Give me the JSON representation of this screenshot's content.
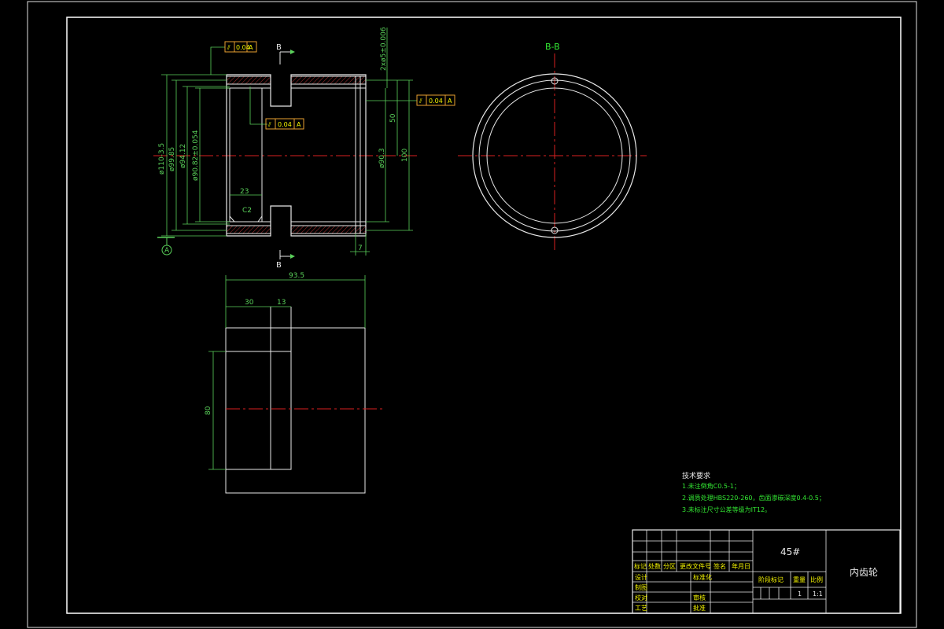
{
  "front_view": {
    "datum_letter": "A",
    "section_letter_top": "B",
    "section_letter_bottom": "B",
    "tolerance_frames": [
      {
        "symbol": "⫽",
        "value": "0.04",
        "datum": "A"
      },
      {
        "symbol": "⫽",
        "value": "0.04",
        "datum": "A"
      },
      {
        "symbol": "⫽",
        "value": "0.04",
        "datum": "A"
      }
    ],
    "dimensions": {
      "d_outer": "ø110-3.5",
      "d_99": "ø99.85",
      "d_94": "ø94.12",
      "d_90": "ø90.82±0.054",
      "d_90_3": "ø90.3",
      "width_23": "23",
      "chamfer": "C2",
      "hole": "2xø5±0.006",
      "len_50": "50",
      "len_100": "100",
      "len_7": "7"
    }
  },
  "section_view": {
    "label": "B-B"
  },
  "bottom_view": {
    "dimensions": {
      "total": "93.5",
      "d30": "30",
      "d13": "13",
      "d80": "80"
    }
  },
  "tech_notes": {
    "heading": "技术要求",
    "lines": [
      "1.未注倒角C0.5-1；",
      "2.调质处理HBS220-260，齿面渗碳深度0.4-0.5；",
      "3.未标注尺寸公差等级为IT12。"
    ]
  },
  "title_block": {
    "material": "45#",
    "part_name": "内齿轮",
    "header_cells": [
      "标记",
      "处数",
      "分区",
      "更改文件号",
      "签名",
      "年月日"
    ],
    "left_rows": [
      "设计",
      "制图",
      "校对",
      "工艺"
    ],
    "mid_labels": [
      "标准化",
      "审核",
      "批准"
    ],
    "stage_label": "阶段标记",
    "weight_label": "重量",
    "scale_label": "比例",
    "quantity": "1",
    "scale": "1:1"
  }
}
